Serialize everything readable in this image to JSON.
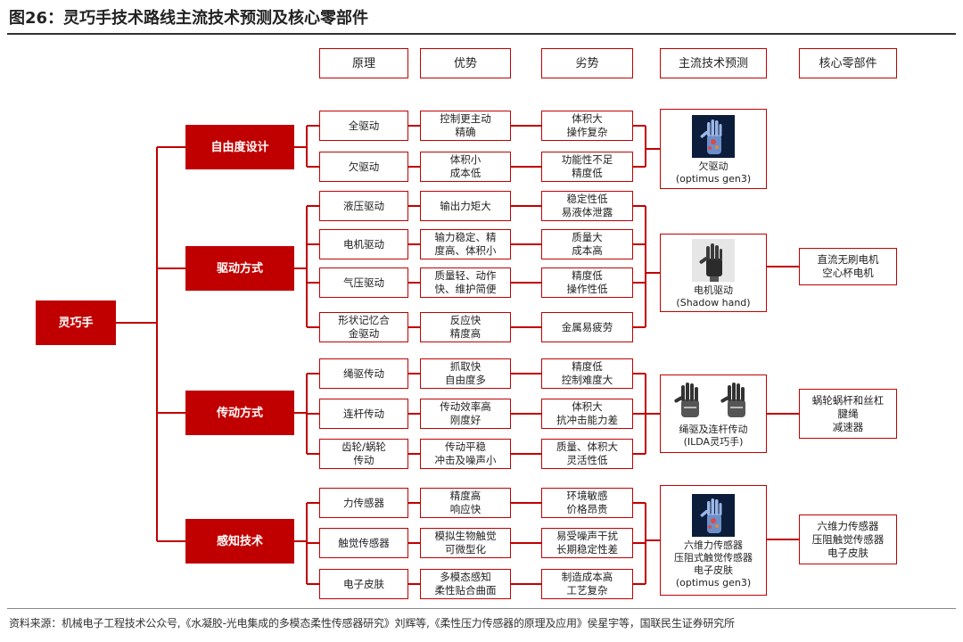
{
  "title": "图26：灵巧手技术路线主流技术预测及核心零部件",
  "headers": [
    "原理",
    "优势",
    "劣势",
    "主流技术预测",
    "核心零部件"
  ],
  "root": "灵巧手",
  "groups": [
    {
      "name": "自由度设计",
      "rows": [
        {
          "principle": [
            "全驱动"
          ],
          "advantage": [
            "控制更主动",
            "精确"
          ],
          "disadvantage": [
            "体积大",
            "操作复杂"
          ]
        },
        {
          "principle": [
            "欠驱动"
          ],
          "advantage": [
            "体积小",
            "成本低"
          ],
          "disadvantage": [
            "功能性不足",
            "精度低"
          ]
        }
      ],
      "prediction": {
        "caption": [
          "欠驱动",
          "(optimus gen3)"
        ],
        "image": "robot-hand-blue-render"
      },
      "components": []
    },
    {
      "name": "驱动方式",
      "rows": [
        {
          "principle": [
            "液压驱动"
          ],
          "advantage": [
            "输出力矩大"
          ],
          "disadvantage": [
            "稳定性低",
            "易液体泄露"
          ]
        },
        {
          "principle": [
            "电机驱动"
          ],
          "advantage": [
            "输力稳定、精",
            "度高、体积小"
          ],
          "disadvantage": [
            "质量大",
            "成本高"
          ]
        },
        {
          "principle": [
            "气压驱动"
          ],
          "advantage": [
            "质量轻、动作",
            "快、维护简便"
          ],
          "disadvantage": [
            "精度低",
            "操作性低"
          ]
        },
        {
          "principle": [
            "形状记忆合",
            "金驱动"
          ],
          "advantage": [
            "反应快",
            "精度高"
          ],
          "disadvantage": [
            "金属易疲劳"
          ]
        }
      ],
      "prediction": {
        "caption": [
          "电机驱动",
          "(Shadow hand)"
        ],
        "image": "shadow-hand-photo"
      },
      "components": [
        "直流无刷电机",
        "空心杯电机"
      ]
    },
    {
      "name": "传动方式",
      "rows": [
        {
          "principle": [
            "绳驱传动"
          ],
          "advantage": [
            "抓取快",
            "自由度多"
          ],
          "disadvantage": [
            "精度低",
            "控制难度大"
          ]
        },
        {
          "principle": [
            "连杆传动"
          ],
          "advantage": [
            "传动效率高",
            "刚度好"
          ],
          "disadvantage": [
            "体积大",
            "抗冲击能力差"
          ]
        },
        {
          "principle": [
            "齿轮/蜗轮",
            "传动"
          ],
          "advantage": [
            "传动平稳",
            "冲击及噪声小"
          ],
          "disadvantage": [
            "质量、体积大",
            "灵活性低"
          ]
        }
      ],
      "prediction": {
        "caption": [
          "绳驱及连杆传动",
          "(ILDA灵巧手)"
        ],
        "image": "ilda-hands-pair"
      },
      "components": [
        "蜗轮蜗杆和丝杠",
        "腱绳",
        "减速器"
      ]
    },
    {
      "name": "感知技术",
      "rows": [
        {
          "principle": [
            "力传感器"
          ],
          "advantage": [
            "精度高",
            "响应快"
          ],
          "disadvantage": [
            "环境敏感",
            "价格昂贵"
          ]
        },
        {
          "principle": [
            "触觉传感器"
          ],
          "advantage": [
            "模拟生物触觉",
            "可微型化"
          ],
          "disadvantage": [
            "易受噪声干扰",
            "长期稳定性差"
          ]
        },
        {
          "principle": [
            "电子皮肤"
          ],
          "advantage": [
            "多模态感知",
            "柔性贴合曲面"
          ],
          "disadvantage": [
            "制造成本高",
            "工艺复杂"
          ]
        }
      ],
      "prediction": {
        "caption": [
          "六维力传感器",
          "压阻式触觉传感器",
          "电子皮肤",
          "(optimus gen3)"
        ],
        "image": "robot-hand-blue-render"
      },
      "components": [
        "六维力传感器",
        "压阻触觉传感器",
        "电子皮肤"
      ]
    }
  ],
  "source": "资料来源：机械电子工程技术公众号,《水凝胶-光电集成的多模态柔性传感器研究》刘辉等,《柔性压力传感器的原理及应用》侯星宇等，国联民生证券研究所",
  "colors": {
    "accent": "#c00000",
    "line": "#c00000"
  }
}
